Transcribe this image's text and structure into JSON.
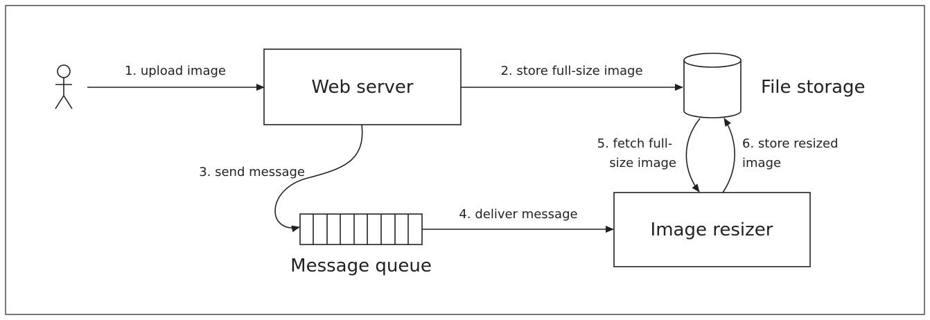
{
  "nodes": {
    "web_server": "Web server",
    "file_storage": "File storage",
    "message_queue": "Message queue",
    "image_resizer": "Image resizer"
  },
  "edges": {
    "upload": "1. upload image",
    "store_full": "2. store full-size image",
    "send_message": "3. send message",
    "deliver_message": "4. deliver message",
    "fetch_full": [
      "5. fetch full-",
      "size image"
    ],
    "store_resized": [
      "6. store resized",
      "image"
    ]
  },
  "colors": {
    "ink": "#231f20",
    "background": "#ffffff"
  }
}
